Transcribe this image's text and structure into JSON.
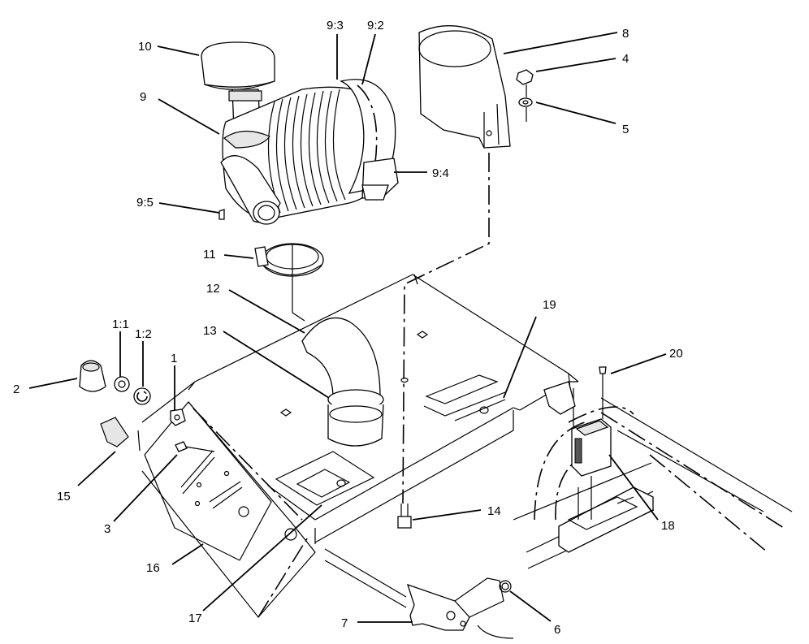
{
  "callouts": {
    "c1": "1",
    "c1_1": "1:1",
    "c1_2": "1:2",
    "c2": "2",
    "c3": "3",
    "c4": "4",
    "c5": "5",
    "c6": "6",
    "c7": "7",
    "c8": "8",
    "c9": "9",
    "c9_2": "9:2",
    "c9_3": "9:3",
    "c9_4": "9:4",
    "c9_5": "9:5",
    "c10": "10",
    "c11": "11",
    "c12": "12",
    "c13": "13",
    "c14": "14",
    "c15": "15",
    "c16": "16",
    "c17": "17",
    "c18": "18",
    "c19": "19",
    "c20": "20"
  }
}
